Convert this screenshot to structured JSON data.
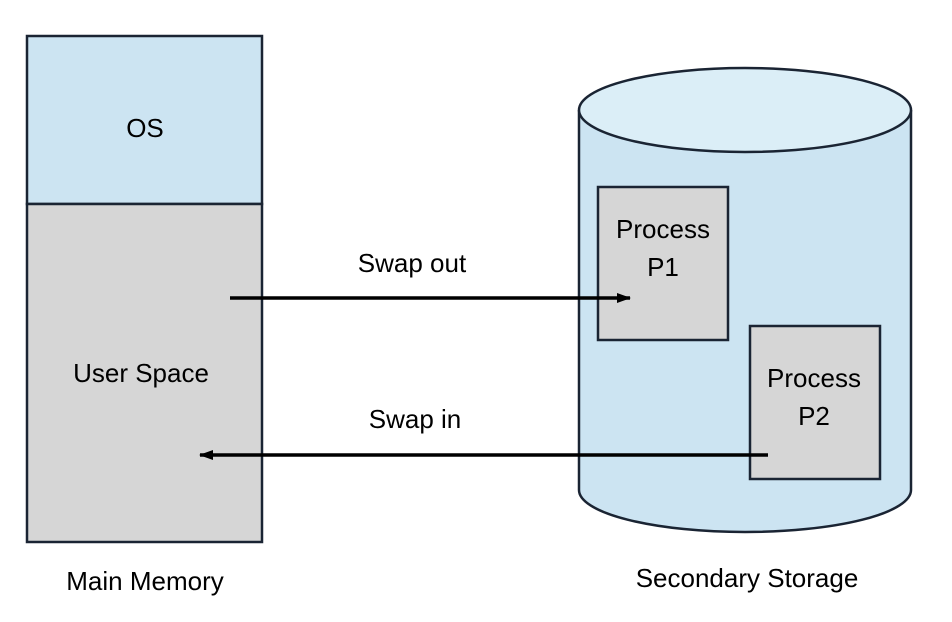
{
  "main_memory": {
    "os_label": "OS",
    "user_space_label": "User Space",
    "caption": "Main Memory"
  },
  "secondary_storage": {
    "caption": "Secondary Storage",
    "process_p1": {
      "line1": "Process",
      "line2": "P1"
    },
    "process_p2": {
      "line1": "Process",
      "line2": "P2"
    }
  },
  "arrows": {
    "swap_out_label": "Swap out",
    "swap_in_label": "Swap in"
  },
  "colors": {
    "os_fill": "#cce4f2",
    "user_space_fill": "#d6d6d6",
    "cylinder_fill": "#cce4f2",
    "cylinder_top_fill": "#dbeef7",
    "process_fill": "#d6d6d6",
    "stroke": "#1a2433",
    "arrow": "#000000"
  }
}
